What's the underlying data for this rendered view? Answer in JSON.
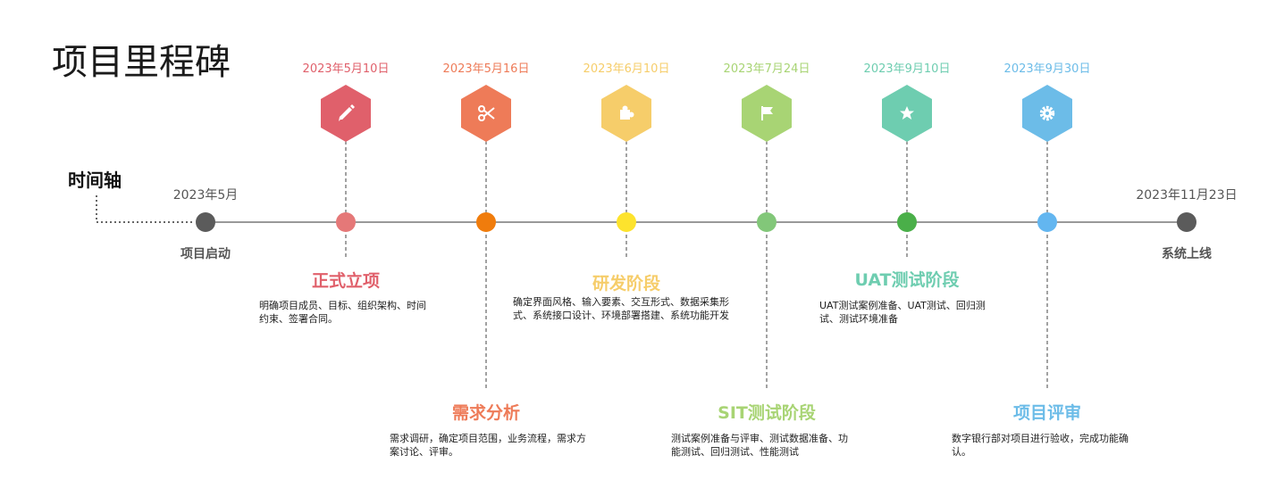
{
  "title": "项目里程碑",
  "axis_label": "时间轴",
  "start": {
    "date": "2023年5月",
    "label": "项目启动"
  },
  "end": {
    "date": "2023年11月23日",
    "label": "系统上线"
  },
  "milestones": [
    {
      "date": "2023年5月10日",
      "icon": "pencil-icon",
      "color": "#e0606b",
      "dot": "#e57878",
      "title": "正式立项",
      "desc": "明确项目成员、目标、组织架构、时间约束、签署合同。"
    },
    {
      "date": "2023年5月16日",
      "icon": "scissors-icon",
      "color": "#ee7b58",
      "dot": "#f07c0c",
      "title": "需求分析",
      "desc": "需求调研，确定项目范围，业务流程，需求方案讨论、评审。"
    },
    {
      "date": "2023年6月10日",
      "icon": "puzzle-icon",
      "color": "#f6cd6a",
      "dot": "#fde32d",
      "title": "研发阶段",
      "desc": "确定界面风格、输入要素、交互形式、数据采集形式、系统接口设计、环境部署搭建、系统功能开发"
    },
    {
      "date": "2023年7月24日",
      "icon": "flag-icon",
      "color": "#a8d474",
      "dot": "#82c779",
      "title": "SIT测试阶段",
      "desc": "测试案例准备与评审、测试数据准备、功能测试、回归测试、性能测试"
    },
    {
      "date": "2023年9月10日",
      "icon": "star-icon",
      "color": "#6ecdb0",
      "dot": "#4aaf49",
      "title": "UAT测试阶段",
      "desc": "UAT测试案例准备、UAT测试、回归测试、测试环境准备"
    },
    {
      "date": "2023年9月30日",
      "icon": "gear-icon",
      "color": "#6cbce8",
      "dot": "#63b6f0",
      "title": "项目评审",
      "desc": "数字银行部对项目进行验收，完成功能确认。"
    }
  ]
}
